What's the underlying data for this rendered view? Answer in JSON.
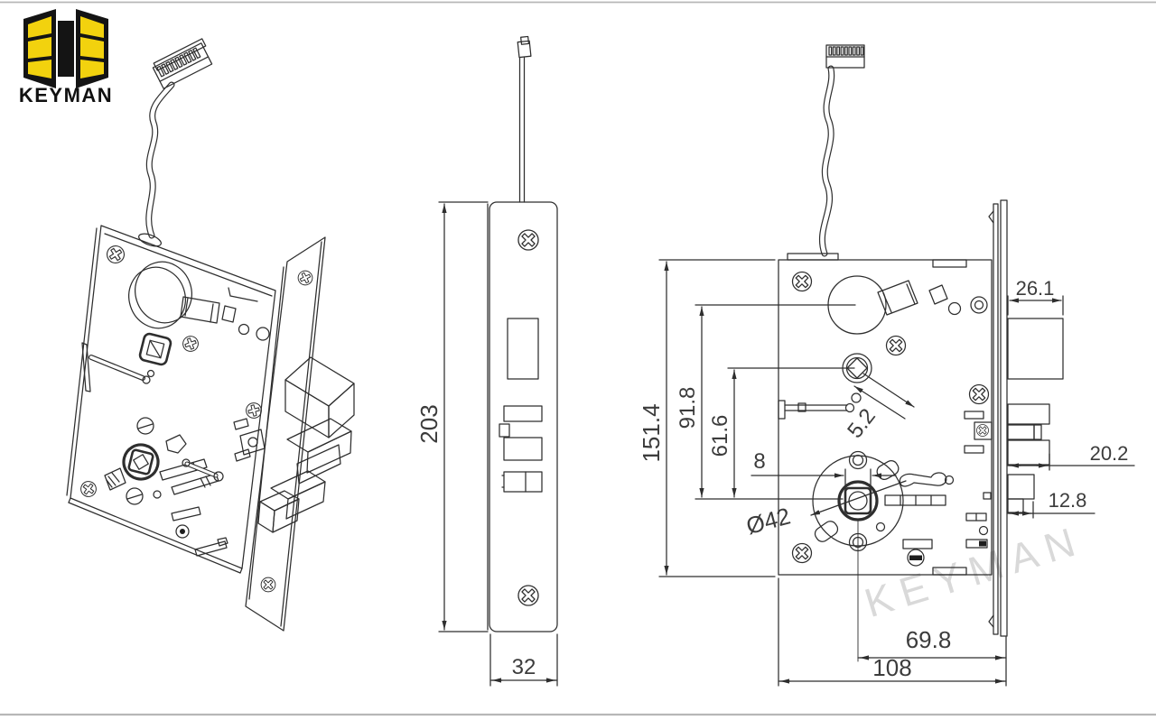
{
  "brand": {
    "name": "KEYMAN"
  },
  "watermark": {
    "text": "KEYMAN"
  },
  "drawing": {
    "side_view": {
      "height": "203",
      "width": "32"
    },
    "front_view": {
      "overall_height": "151.4",
      "cylinder_center_height": "91.8",
      "follower_center_height": "61.6",
      "hub_hole_width": "8",
      "follower_slot": "5.2",
      "hub_diameter": "Ø42",
      "cylinder_housing_depth": "26.1",
      "latch_projection": "20.2",
      "deadbolt_projection": "12.8",
      "backset": "69.8",
      "case_width": "108"
    }
  }
}
